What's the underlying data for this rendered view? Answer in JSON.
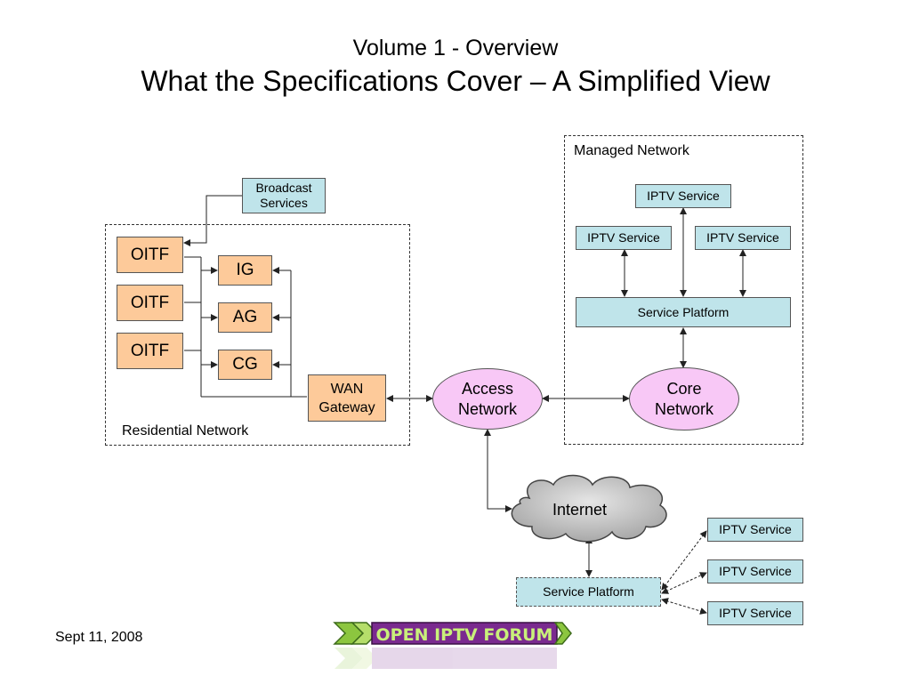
{
  "title": {
    "line1": "Volume 1 - Overview",
    "line2": "What the Specifications Cover – A Simplified View"
  },
  "residential_network": {
    "label": "Residential Network",
    "oitf": [
      "OITF",
      "OITF",
      "OITF"
    ],
    "ig": "IG",
    "ag": "AG",
    "cg": "CG",
    "wan_gateway": "WAN\nGateway"
  },
  "broadcast_services": "Broadcast\nServices",
  "managed_network": {
    "label": "Managed Network",
    "iptv_top": "IPTV Service",
    "iptv_left": "IPTV Service",
    "iptv_right": "IPTV Service",
    "service_platform": "Service Platform"
  },
  "access_network": "Access\nNetwork",
  "core_network": "Core\nNetwork",
  "internet": {
    "label": "Internet",
    "service_platform": "Service Platform",
    "iptv_services": [
      "IPTV Service",
      "IPTV Service",
      "IPTV Service"
    ]
  },
  "footer": {
    "date": "Sept 11, 2008",
    "logo_text": "OPEN IPTV FORUM"
  },
  "colors": {
    "service_box": "#bfe4ea",
    "device_box": "#fdca9a",
    "network_ellipse": "#f8c8f6",
    "cloud": "#c4c4c4",
    "logo_green": "#8cc63f",
    "logo_purple": "#7a2a8f"
  }
}
